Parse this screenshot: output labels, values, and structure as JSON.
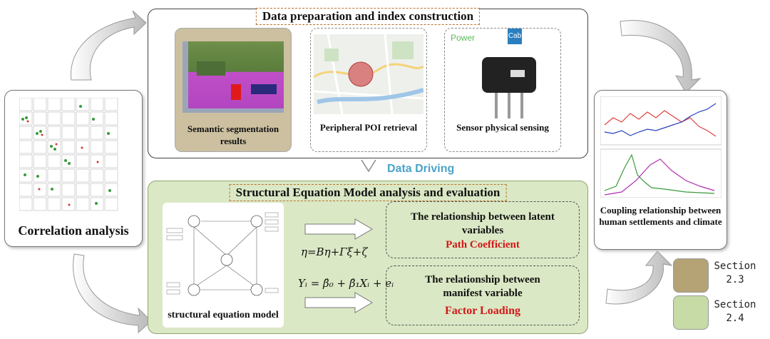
{
  "top": {
    "title": "Data preparation and  index construction",
    "cards": [
      {
        "caption": "Semantic segmentation results"
      },
      {
        "caption": "Peripheral POI retrieval"
      },
      {
        "caption": "Sensor physical sensing"
      }
    ],
    "sensor_text": "Power",
    "sensor_tag": "Cab"
  },
  "data_driving": "Data Driving",
  "left_panel": {
    "caption": "Correlation analysis"
  },
  "right_panel": {
    "caption": "Coupling relationship between human settlements and climate"
  },
  "sem": {
    "title": "Structural Equation Model analysis and evaluation",
    "model_caption": "structural equation model",
    "equation1": "η=Bη+Γξ+ζ",
    "equation2": "Yᵢ = β̂₀ + β̂₁Xᵢ + eᵢ",
    "relations": [
      {
        "title": "The relationship between latent variables",
        "subtitle": "Path Coefficient"
      },
      {
        "title": "The relationship between manifest variable",
        "subtitle": "Factor Loading"
      }
    ]
  },
  "legend": [
    {
      "label": "Section 2.3",
      "color": "#b5a376"
    },
    {
      "label": "Section 2.4",
      "color": "#c6dba6"
    }
  ],
  "colors": {
    "sem_bg": "#dbe8c5",
    "sem_border": "#8ea56b",
    "section_title_border": "#b8722c",
    "data_driving": "#4aa3c8",
    "red_label": "#d01818"
  }
}
